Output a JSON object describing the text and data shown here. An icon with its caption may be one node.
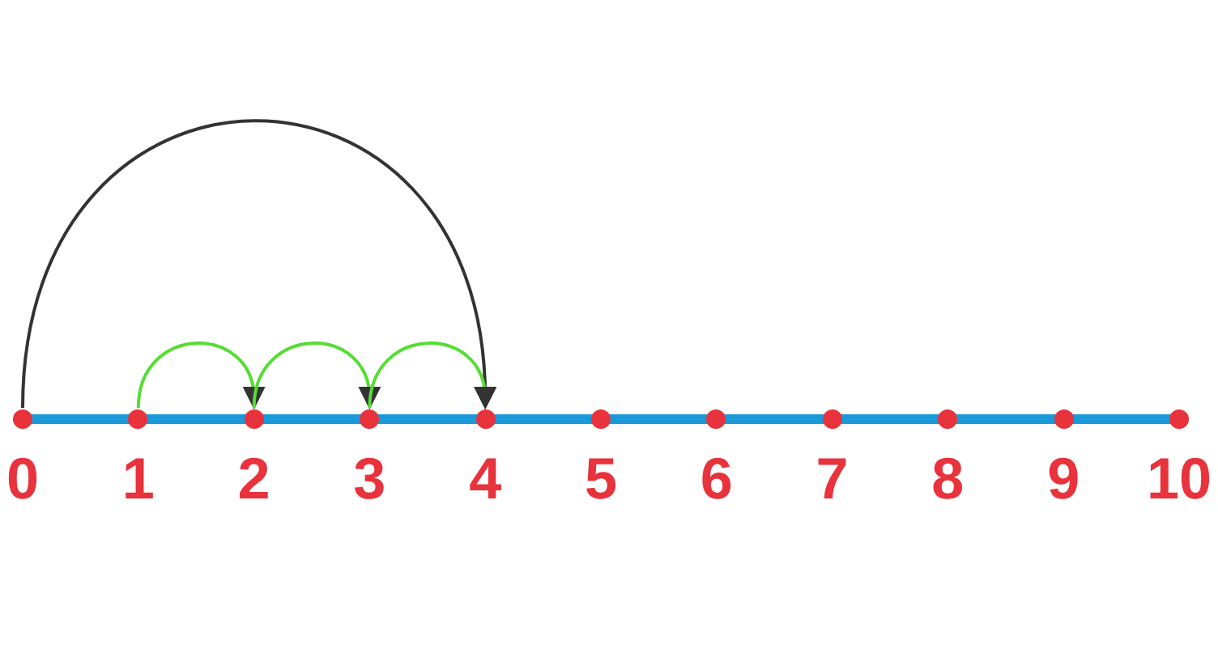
{
  "diagram": {
    "nodes": [
      {
        "text": [
          "0"
        ]
      },
      {
        "text": [
          "1"
        ]
      },
      {
        "text": [
          "2"
        ]
      },
      {
        "text": [
          "3"
        ]
      },
      {
        "text": [
          "4"
        ]
      },
      {
        "text": [
          "5"
        ]
      },
      {
        "text": [
          "6"
        ]
      },
      {
        "text": [
          "7"
        ]
      },
      {
        "text": [
          "8"
        ]
      },
      {
        "text": [
          "9"
        ]
      },
      {
        "text": [
          "10"
        ]
      }
    ],
    "edges": [
      {
        "from": 0,
        "to": 4,
        "arrow": "to",
        "color": "#333333"
      },
      {
        "from": 1,
        "to": 2,
        "arrow": "to"
      },
      {
        "from": 2,
        "to": 3,
        "arrow": "to"
      },
      {
        "from": 3,
        "to": 4,
        "arrow": "to"
      }
    ]
  }
}
